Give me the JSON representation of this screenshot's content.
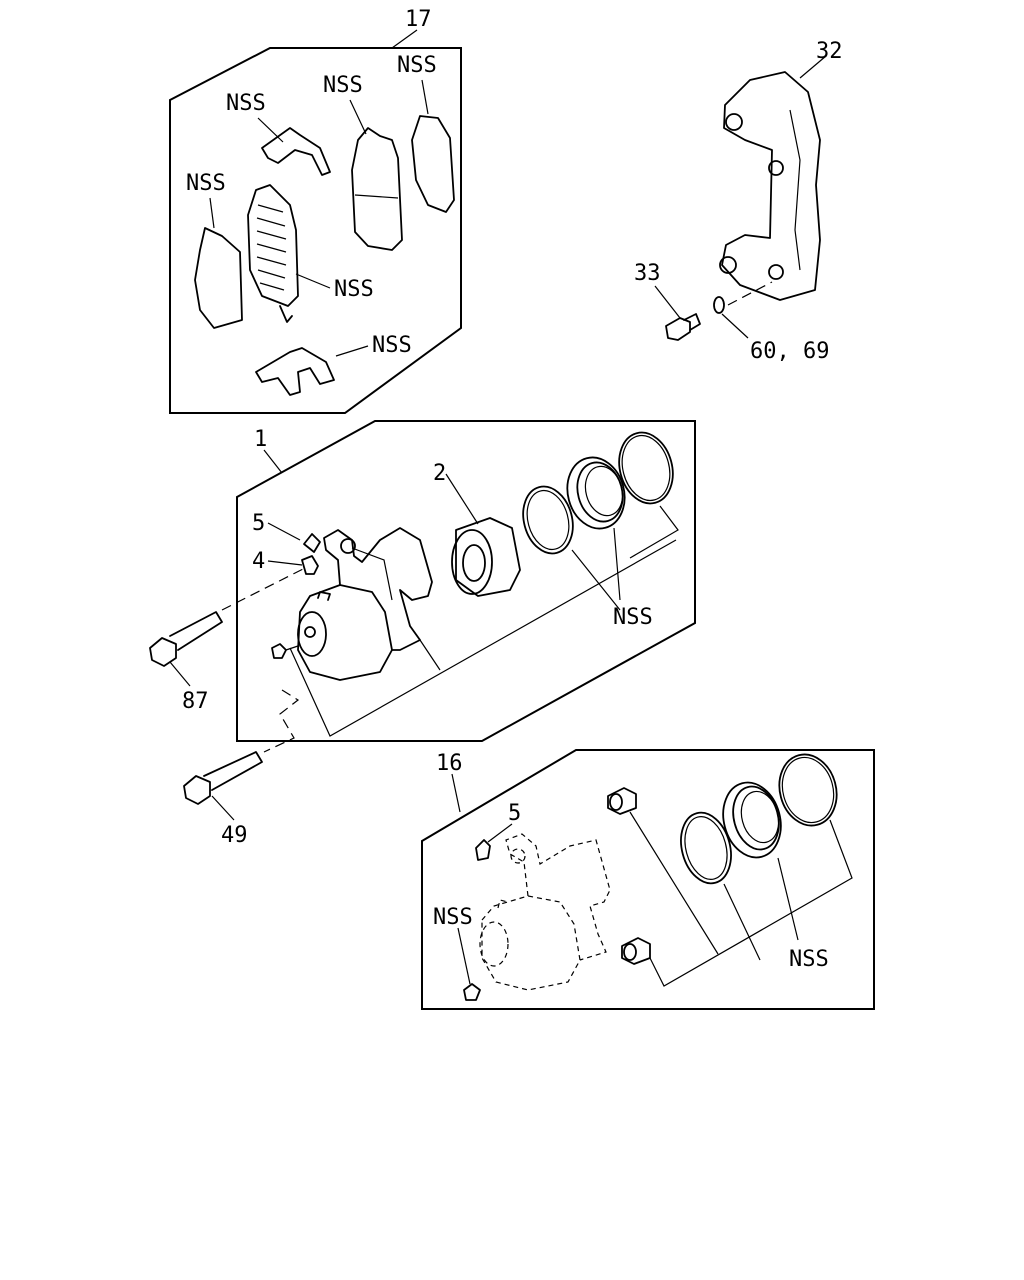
{
  "callouts": {
    "n17": "17",
    "n32": "32",
    "n33": "33",
    "n60_69": "60, 69",
    "n1": "1",
    "n2": "2",
    "n5_top": "5",
    "n4": "4",
    "n87": "87",
    "n49": "49",
    "n16": "16",
    "n5_bottom": "5",
    "nss_1": "NSS",
    "nss_2": "NSS",
    "nss_3": "NSS",
    "nss_4": "NSS",
    "nss_5": "NSS",
    "nss_6": "NSS",
    "nss_7": "NSS",
    "nss_8": "NSS"
  }
}
